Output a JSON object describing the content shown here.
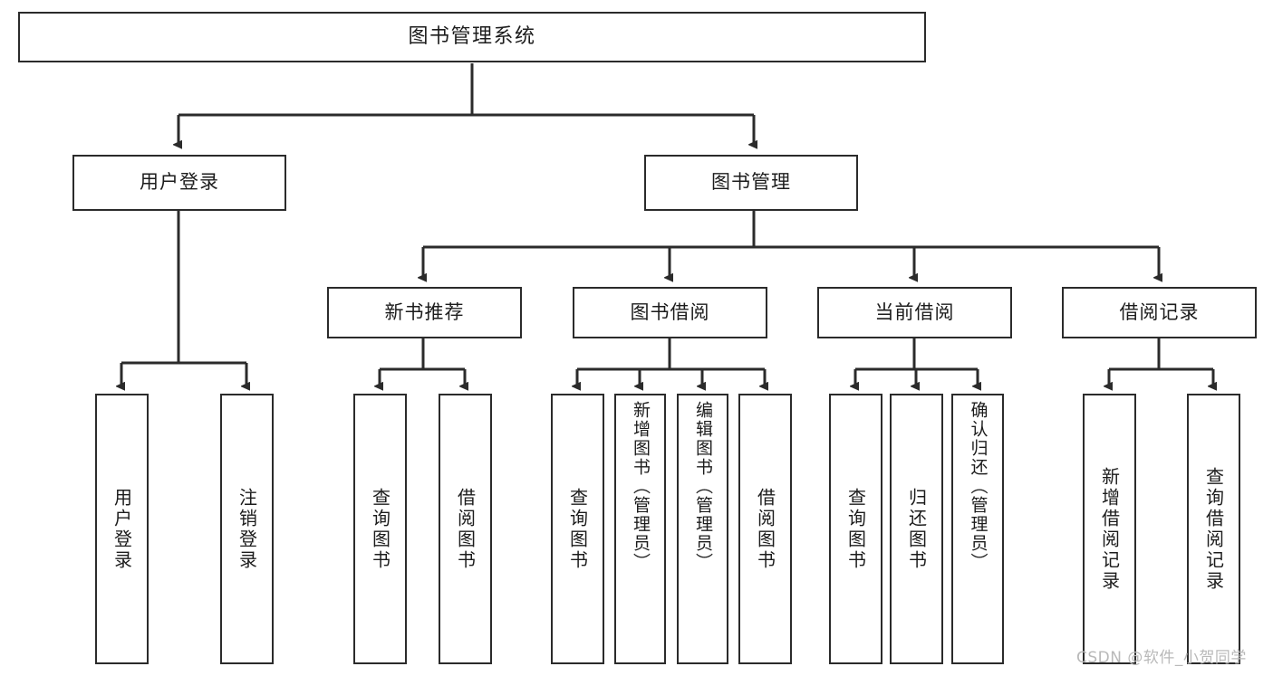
{
  "diagram": {
    "title": "图书管理系统",
    "type": "tree",
    "colors": {
      "stroke": "#2b2b2b",
      "fill": "#ffffff",
      "text": "#1c1c1c",
      "watermark": "#b9b9b9"
    }
  },
  "nodes": {
    "root": {
      "label": "图书管理系统"
    },
    "level2": [
      {
        "id": "user-login",
        "label": "用户登录"
      },
      {
        "id": "book-management",
        "label": "图书管理"
      }
    ],
    "level3": [
      {
        "id": "new-book-recommend",
        "label": "新书推荐"
      },
      {
        "id": "book-borrow",
        "label": "图书借阅"
      },
      {
        "id": "current-borrow",
        "label": "当前借阅"
      },
      {
        "id": "borrow-record",
        "label": "借阅记录"
      }
    ],
    "leaves": {
      "user_login": [
        {
          "id": "leaf-user-login",
          "label": "用户登录"
        },
        {
          "id": "leaf-logout-login",
          "label": "注销登录"
        }
      ],
      "new_book_recommend": [
        {
          "id": "leaf-query-book-1",
          "label": "查询图书"
        },
        {
          "id": "leaf-borrow-book-1",
          "label": "借阅图书"
        }
      ],
      "book_borrow": [
        {
          "id": "leaf-query-book-2",
          "label": "查询图书"
        },
        {
          "id": "leaf-add-book-admin",
          "label": "新增图书（管理员）"
        },
        {
          "id": "leaf-edit-book-admin",
          "label": "编辑图书（管理员）"
        },
        {
          "id": "leaf-borrow-book-2",
          "label": "借阅图书"
        }
      ],
      "current_borrow": [
        {
          "id": "leaf-query-book-3",
          "label": "查询图书"
        },
        {
          "id": "leaf-return-book",
          "label": "归还图书"
        },
        {
          "id": "leaf-confirm-return-admin",
          "label": "确认归还（管理员）"
        }
      ],
      "borrow_record": [
        {
          "id": "leaf-add-borrow-record",
          "label": "新增借阅记录"
        },
        {
          "id": "leaf-query-borrow-record",
          "label": "查询借阅记录"
        }
      ]
    }
  },
  "watermark": {
    "text": "CSDN @软件_小贺同学"
  }
}
